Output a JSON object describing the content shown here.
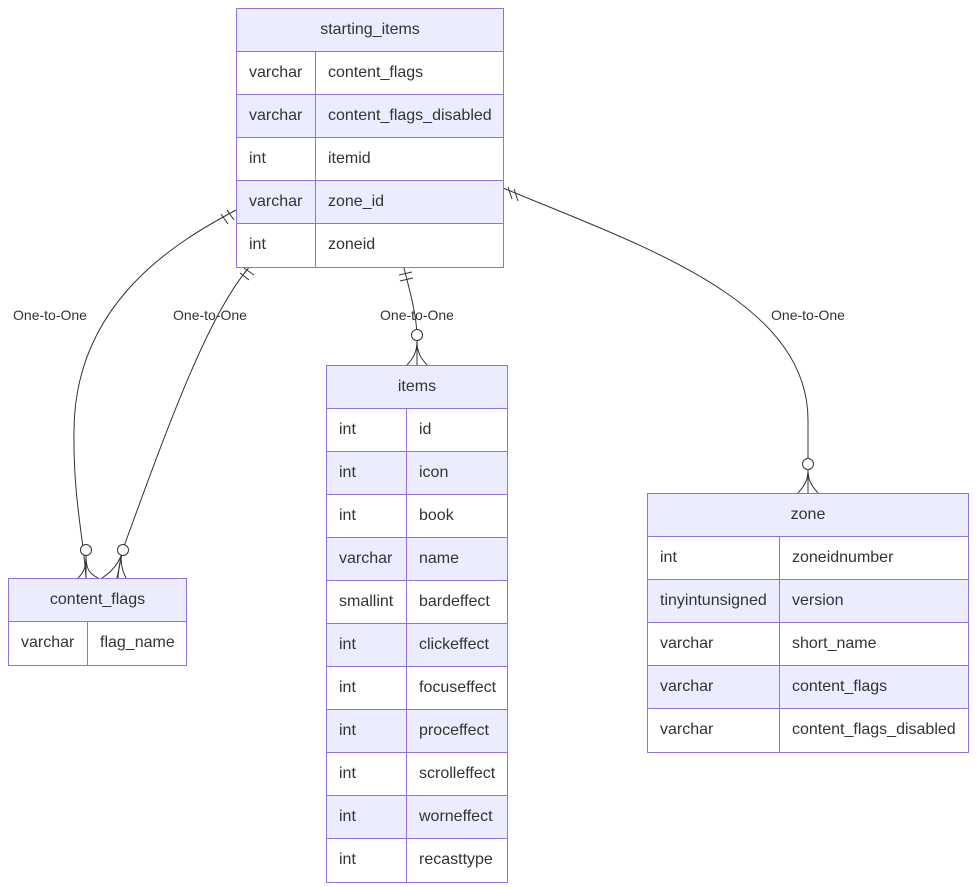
{
  "entities": {
    "starting_items": {
      "title": "starting_items",
      "attributes": [
        {
          "type": "varchar",
          "name": "content_flags"
        },
        {
          "type": "varchar",
          "name": "content_flags_disabled"
        },
        {
          "type": "int",
          "name": "itemid"
        },
        {
          "type": "varchar",
          "name": "zone_id"
        },
        {
          "type": "int",
          "name": "zoneid"
        }
      ]
    },
    "items": {
      "title": "items",
      "attributes": [
        {
          "type": "int",
          "name": "id"
        },
        {
          "type": "int",
          "name": "icon"
        },
        {
          "type": "int",
          "name": "book"
        },
        {
          "type": "varchar",
          "name": "name"
        },
        {
          "type": "smallint",
          "name": "bardeffect"
        },
        {
          "type": "int",
          "name": "clickeffect"
        },
        {
          "type": "int",
          "name": "focuseffect"
        },
        {
          "type": "int",
          "name": "proceffect"
        },
        {
          "type": "int",
          "name": "scrolleffect"
        },
        {
          "type": "int",
          "name": "worneffect"
        },
        {
          "type": "int",
          "name": "recasttype"
        }
      ]
    },
    "content_flags": {
      "title": "content_flags",
      "attributes": [
        {
          "type": "varchar",
          "name": "flag_name"
        }
      ]
    },
    "zone": {
      "title": "zone",
      "attributes": [
        {
          "type": "int",
          "name": "zoneidnumber"
        },
        {
          "type": "tinyintunsigned",
          "name": "version"
        },
        {
          "type": "varchar",
          "name": "short_name"
        },
        {
          "type": "varchar",
          "name": "content_flags"
        },
        {
          "type": "varchar",
          "name": "content_flags_disabled"
        }
      ]
    }
  },
  "relationships": [
    {
      "from": "starting_items",
      "to": "content_flags",
      "label": "One-to-One"
    },
    {
      "from": "starting_items",
      "to": "content_flags",
      "label": "One-to-One"
    },
    {
      "from": "starting_items",
      "to": "items",
      "label": "One-to-One"
    },
    {
      "from": "starting_items",
      "to": "zone",
      "label": "One-to-One"
    }
  ],
  "colors": {
    "border": "#9370db",
    "header_fill": "#ececff",
    "alt_row_fill": "#ececff",
    "edge": "#333333",
    "text": "#333333"
  }
}
